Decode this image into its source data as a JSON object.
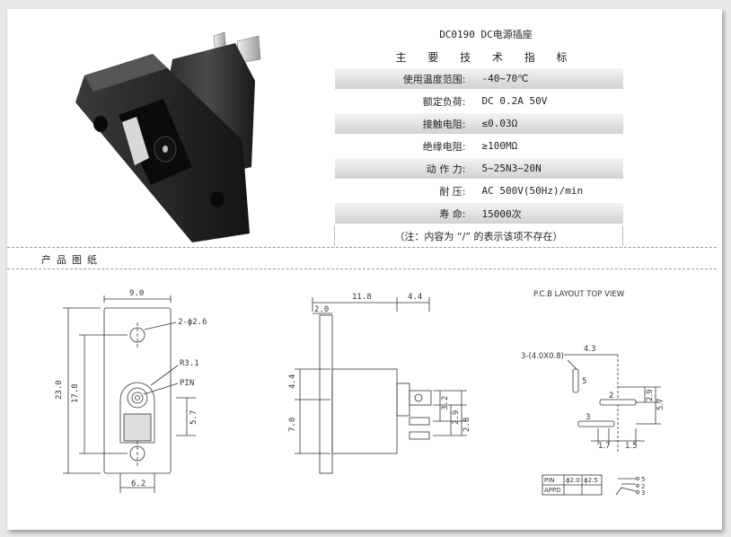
{
  "header": {
    "title": "DC0190 DC电源插座",
    "subtitle": "主 要 技 术 指 标"
  },
  "specs": [
    {
      "label": "使用温度范围:",
      "value": "-40~70℃"
    },
    {
      "label": "额定负荷:",
      "value": "DC 0.2A 50V"
    },
    {
      "label": "接触电阻:",
      "value": "≤0.03Ω"
    },
    {
      "label": "绝缘电阻:",
      "value": "≥100MΩ"
    },
    {
      "label": "动 作 力:",
      "value": "5~25N3~20N"
    },
    {
      "label": "耐    压:",
      "value": "AC 500V(50Hz)/min"
    },
    {
      "label": "寿    命:",
      "value": "15000次"
    }
  ],
  "note": "（注：内容为 “/” 的表示该项不存在）",
  "section_title": "产品图纸",
  "front_view": {
    "dim_width": "9.0",
    "dim_hole": "2-ϕ2.6",
    "dim_radius": "R3.1",
    "pin_label": "PIN",
    "dim_height": "23.0",
    "dim_pitch": "17.8",
    "dim_center": "5.7",
    "dim_bottom": "6.2"
  },
  "side_view": {
    "dim_body": "11.8",
    "dim_tail": "4.4",
    "dim_flange": "2.0",
    "dim_upper": "4.4",
    "dim_lower": "7.0",
    "dim_a": "3.2",
    "dim_b": "2.9",
    "dim_c": "2.8"
  },
  "pcb": {
    "title": "P.C.B LAYOUT    TOP VIEW",
    "slot_label": "3-(4.0X0.8)",
    "dim_top": "4.3",
    "pin5": "5",
    "pin2": "2",
    "pin3": "3",
    "dim_v1": "2.9",
    "dim_v2": "5.7",
    "dim_h1": "1.7",
    "dim_h2": "1.5"
  },
  "pin_table": {
    "row1": [
      "PIN",
      "ϕ2.0",
      "ϕ2.5"
    ],
    "row2": [
      "APPD",
      "",
      ""
    ],
    "legend": [
      "5",
      "2",
      "3"
    ]
  }
}
